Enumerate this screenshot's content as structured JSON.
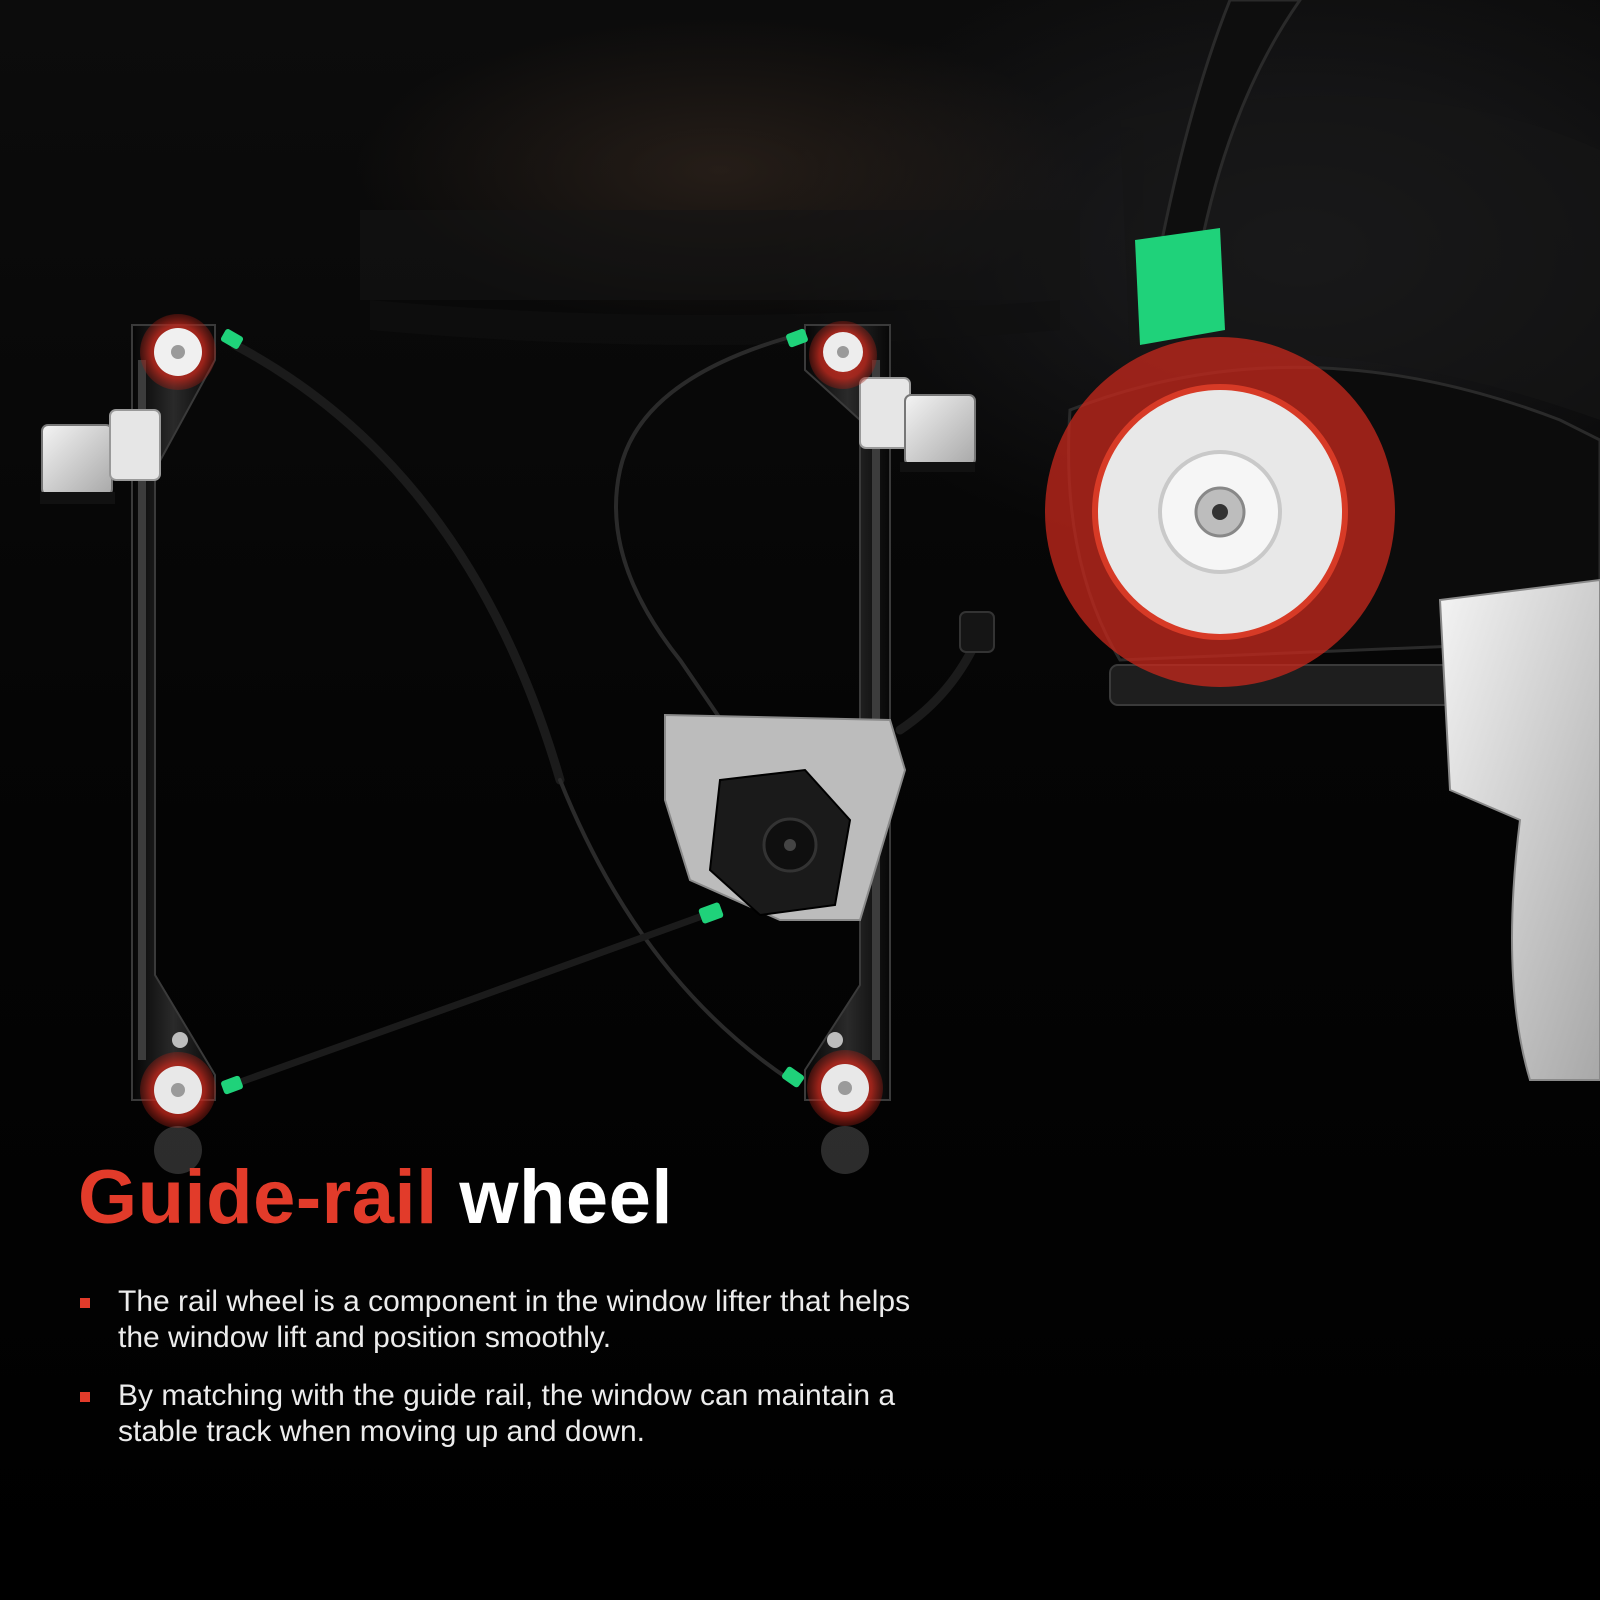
{
  "headline": {
    "accent": "Guide-rail",
    "rest": "wheel"
  },
  "bullets": [
    {
      "text": "The rail wheel is a component in the window lifter that helps the window lift and position smoothly."
    },
    {
      "text": "By matching with the guide rail, the window can maintain a stable track when moving up and down."
    }
  ],
  "colors": {
    "accent": "#e23b2a",
    "cable_end": "#1fd27a",
    "highlight": "#c8281c",
    "background": "#000000"
  },
  "icons": {
    "bullet": "square-marker-icon",
    "wheel": "guide-rail-wheel-icon"
  }
}
